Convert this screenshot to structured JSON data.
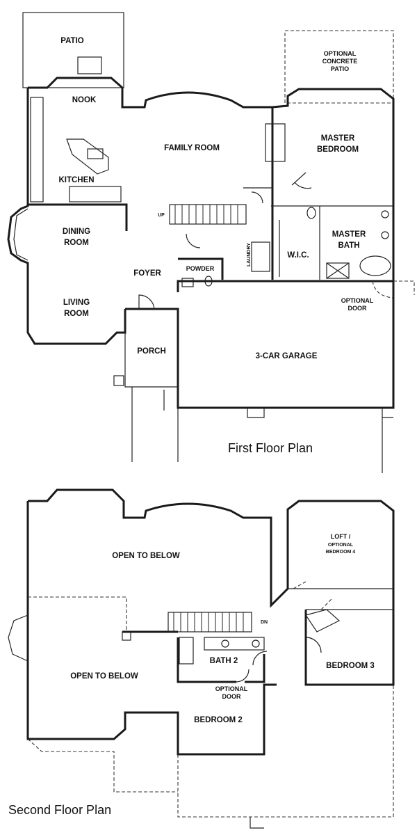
{
  "first_floor": {
    "title": "First Floor Plan",
    "rooms": {
      "patio": "PATIO",
      "optional_patio": [
        "OPTIONAL",
        "CONCRETE",
        "PATIO"
      ],
      "nook": "NOOK",
      "family_room": "FAMILY ROOM",
      "master_bedroom": [
        "MASTER",
        "BEDROOM"
      ],
      "kitchen": "KITCHEN",
      "up": "UP",
      "dining_room": [
        "DINING",
        "ROOM"
      ],
      "master_bath": [
        "MASTER",
        "BATH"
      ],
      "laundry": "LAUNDRY",
      "wic": "W.I.C.",
      "foyer": "FOYER",
      "powder": "POWDER",
      "optional_door": [
        "OPTIONAL",
        "DOOR"
      ],
      "living_room": [
        "LIVING",
        "ROOM"
      ],
      "porch": "PORCH",
      "garage": "3-CAR GARAGE"
    }
  },
  "second_floor": {
    "title": "Second Floor Plan",
    "rooms": {
      "loft": [
        "LOFT /",
        "OPTIONAL",
        "BEDROOM 4"
      ],
      "open_upper": "OPEN TO BELOW",
      "dn": "DN",
      "open_lower": "OPEN TO BELOW",
      "bath2": "BATH 2",
      "bedroom3": "BEDROOM 3",
      "optional_door": [
        "OPTIONAL",
        "DOOR"
      ],
      "bedroom2": "BEDROOM 2"
    }
  }
}
